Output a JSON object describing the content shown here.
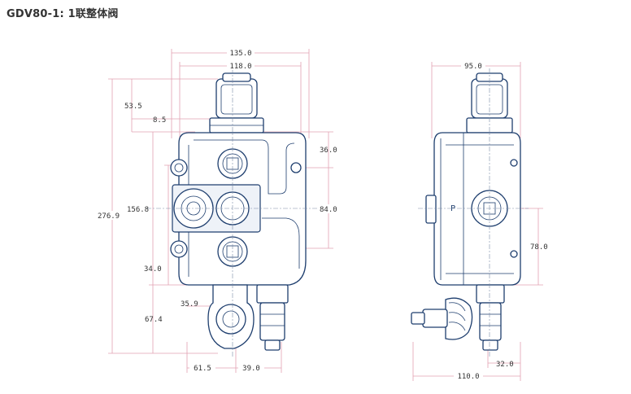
{
  "title": "GDV80-1: 1联整体阀",
  "front_view": {
    "dims": {
      "overall_width": "135.0",
      "inner_width": "118.0",
      "top_offset": "53.5",
      "flange_offset": "8.5",
      "upper_port": "36.0",
      "center_height": "156.8",
      "side_height": "84.0",
      "total_height": "276.9",
      "lower_offset": "34.0",
      "outlet_offset": "35.9",
      "bottom_offset": "67.4",
      "base_left": "61.5",
      "base_right": "39.0"
    }
  },
  "side_view": {
    "dims": {
      "top_width": "95.0",
      "right_height": "78.0",
      "bottom_offset": "32.0",
      "total_width": "110.0"
    },
    "port_mark": "P"
  }
}
